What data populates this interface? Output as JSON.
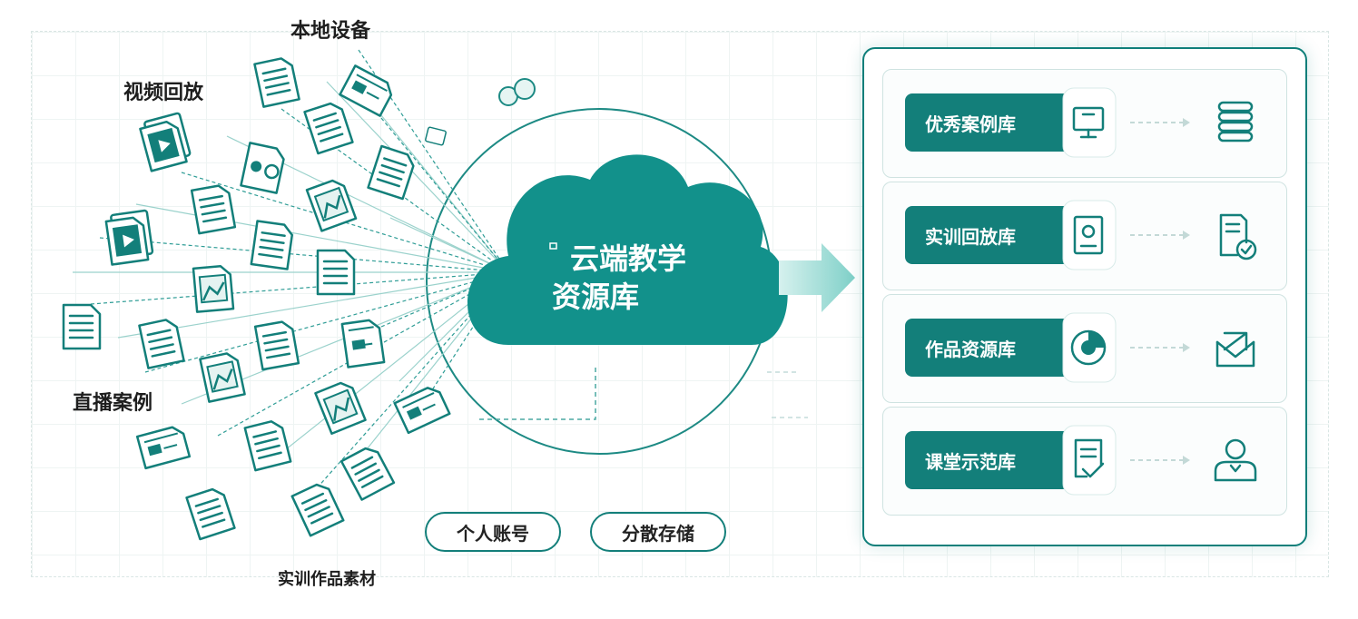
{
  "labels": {
    "local_device": "本地设备",
    "video_playback": "视频回放",
    "live_cases": "直播案例",
    "training_works": "实训作品素材"
  },
  "cloud": {
    "line1": "云端教学",
    "line2": "资源库"
  },
  "badges": {
    "personal_account": "个人账号",
    "distributed_storage": "分散存储"
  },
  "libraries": [
    {
      "label": "优秀案例库",
      "left_icon": "monitor-icon",
      "right_icon": "database-icon"
    },
    {
      "label": "实训回放库",
      "left_icon": "id-card-icon",
      "right_icon": "document-check-icon"
    },
    {
      "label": "作品资源库",
      "left_icon": "chart-refresh-icon",
      "right_icon": "envelope-icon"
    },
    {
      "label": "课堂示范库",
      "left_icon": "checklist-icon",
      "right_icon": "user-icon"
    }
  ],
  "colors": {
    "teal": "#137f7a",
    "teal_light": "#8fd3cd",
    "text": "#1e1e1e"
  }
}
